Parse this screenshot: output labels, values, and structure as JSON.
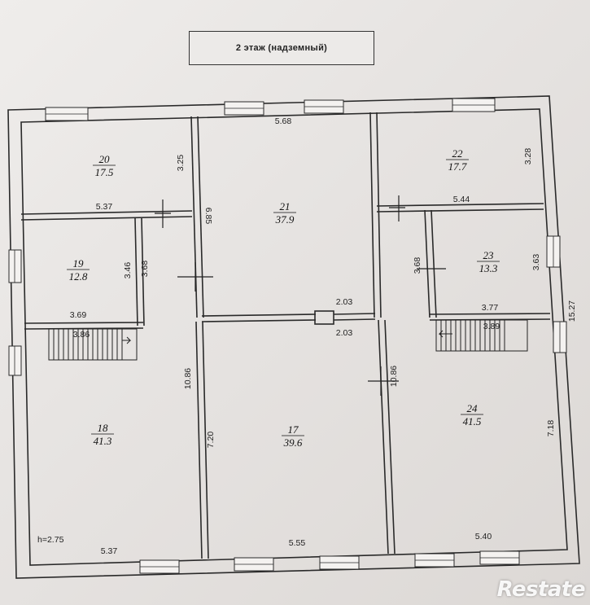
{
  "title": "2 этаж (надземный)",
  "ceiling_height": "h=2.75",
  "watermark": "Restate",
  "rooms": [
    {
      "id": "r20",
      "number": "20",
      "area": "17.5"
    },
    {
      "id": "r21",
      "number": "21",
      "area": "37.9"
    },
    {
      "id": "r22",
      "number": "22",
      "area": "17.7"
    },
    {
      "id": "r19",
      "number": "19",
      "area": "12.8"
    },
    {
      "id": "r23",
      "number": "23",
      "area": "13.3"
    },
    {
      "id": "r18",
      "number": "18",
      "area": "41.3"
    },
    {
      "id": "r17",
      "number": "17",
      "area": "39.6"
    },
    {
      "id": "r24",
      "number": "24",
      "area": "41.5"
    }
  ],
  "dimensions": {
    "top_mid": "5.68",
    "r20_w": "5.37",
    "r20_h": "3.25",
    "r21_h": "6.85",
    "r22_w": "5.44",
    "r22_h": "3.28",
    "r19_h1": "3.46",
    "r19_h2": "3.68",
    "r19_w": "3.69",
    "stair_l": "3.86",
    "corr_top": "2.03",
    "corr_bot": "2.03",
    "r23_h1": "3.68",
    "r23_h2": "3.63",
    "r23_w": "3.77",
    "stair_r": "3.89",
    "overall_h": "15.27",
    "r18_h": "10.86",
    "r17_h": "7.20",
    "r24_hl": "10.86",
    "r24_h": "7.18",
    "bot_l": "5.37",
    "bot_m": "5.55",
    "bot_r": "5.40"
  }
}
